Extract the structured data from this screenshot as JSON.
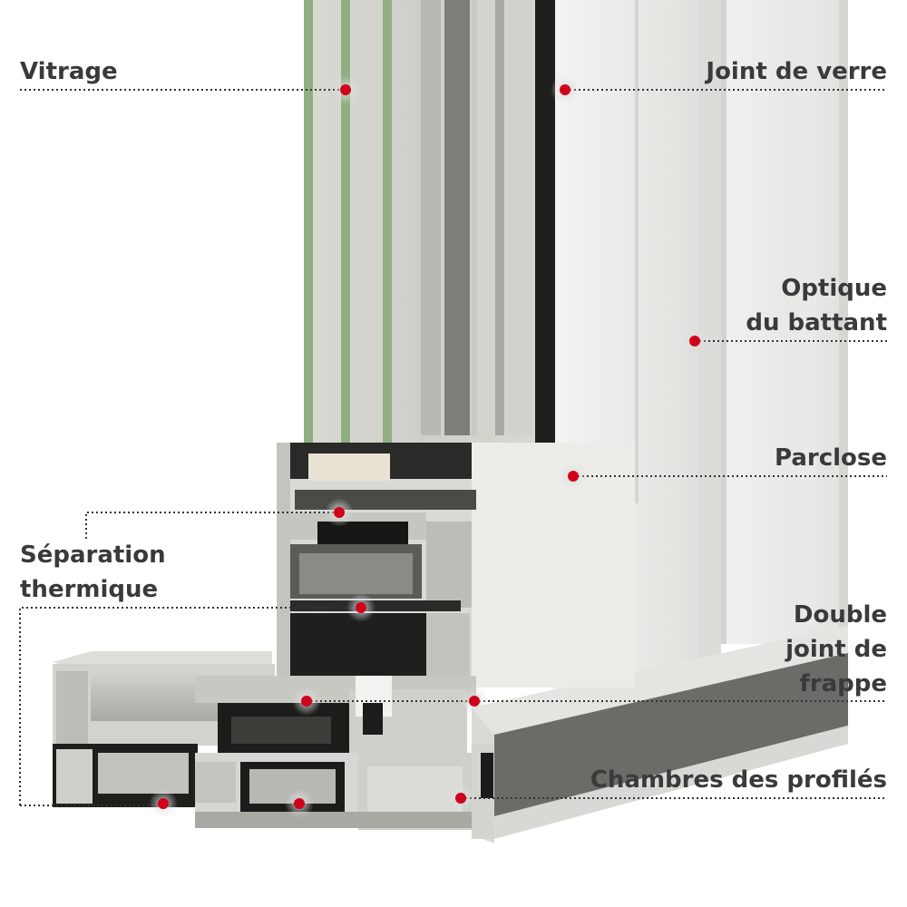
{
  "labels": {
    "vitrage": "Vitrage",
    "joint_verre": "Joint de verre",
    "optique_line1": "Optique",
    "optique_line2": "du battant",
    "parclose": "Parclose",
    "separation_line1": "Séparation",
    "separation_line2": "thermique",
    "double_line1": "Double",
    "double_line2": "joint de",
    "double_line3": "frappe",
    "chambres": "Chambres des profilés"
  },
  "colors": {
    "marker": "#d0021b",
    "label_text": "#3a3a3a",
    "leader": "#333333",
    "glass_edge": "#8fae82",
    "frame": "#e6e6e4",
    "frame_dark": "#2a2a28",
    "gasket": "#1d1d1b"
  }
}
